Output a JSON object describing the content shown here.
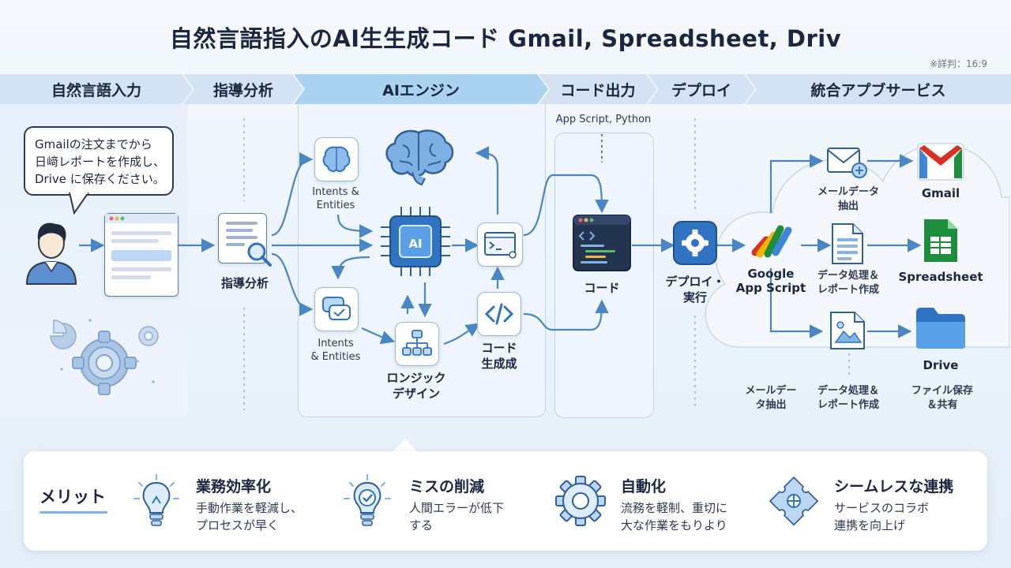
{
  "title": "自然言語指入のAI生生成コード Gmail, Spreadsheet, Driv",
  "aspect_note": "※詳判：16:9",
  "stages": [
    "自然言語入力",
    "指導分析",
    "AIエンジン",
    "コード出力",
    "デプロイ",
    "統合アプブサービス"
  ],
  "bubble_lines": [
    "Gmailの注文までから",
    "日﨑レポートを作成し、",
    "Drive に保存ください。"
  ],
  "analysis_label": "指導分析",
  "ai": {
    "intents_top": [
      "Intents &",
      "Entities"
    ],
    "intents_bottom": [
      "Intents",
      "& Entities"
    ],
    "logic_design": [
      "ロンジック",
      "デザイン"
    ],
    "code_gen": [
      "コード",
      "生成成"
    ],
    "chip_label": "AI"
  },
  "code_output": {
    "languages": "App Script, Python",
    "label": "コード"
  },
  "deploy_label": [
    "デプロイ・",
    "実行"
  ],
  "apps_script_label": [
    "Google",
    "App Script"
  ],
  "integration": {
    "mail_extract": [
      "メールデータ",
      "抽出"
    ],
    "data_report": [
      "データ処理＆",
      "レポート作成"
    ],
    "gmail": "Gmail",
    "spreadsheet": "Spreadsheet",
    "drive": "Drive",
    "bottom_mail": [
      "メールデー",
      "タ抽出"
    ],
    "bottom_report": [
      "データ処理＆",
      "レポート作成"
    ],
    "bottom_file": [
      "ファイル保存",
      "＆共有"
    ]
  },
  "benefits": {
    "heading": "メリット",
    "items": [
      {
        "title": "業務効率化",
        "lines": [
          "手動作業を軽減し、",
          "プロセスが早く"
        ]
      },
      {
        "title": "ミスの削減",
        "lines": [
          "人間エラーが低下",
          "する"
        ]
      },
      {
        "title": "自動化",
        "lines": [
          "流務を軽制、重切に",
          "大な作業をもりより"
        ]
      },
      {
        "title": "シームレスな連携",
        "lines": [
          "サービスのコラボ",
          "連携を向上げ"
        ]
      }
    ]
  },
  "colors": {
    "accent_blue": "#2f73c2",
    "arrow": "#4a86c5",
    "dark_navy": "#1b2740",
    "gmail_red": "#d93025",
    "sheets_green": "#1e8e3e",
    "drive_blue": "#3f86d8"
  }
}
